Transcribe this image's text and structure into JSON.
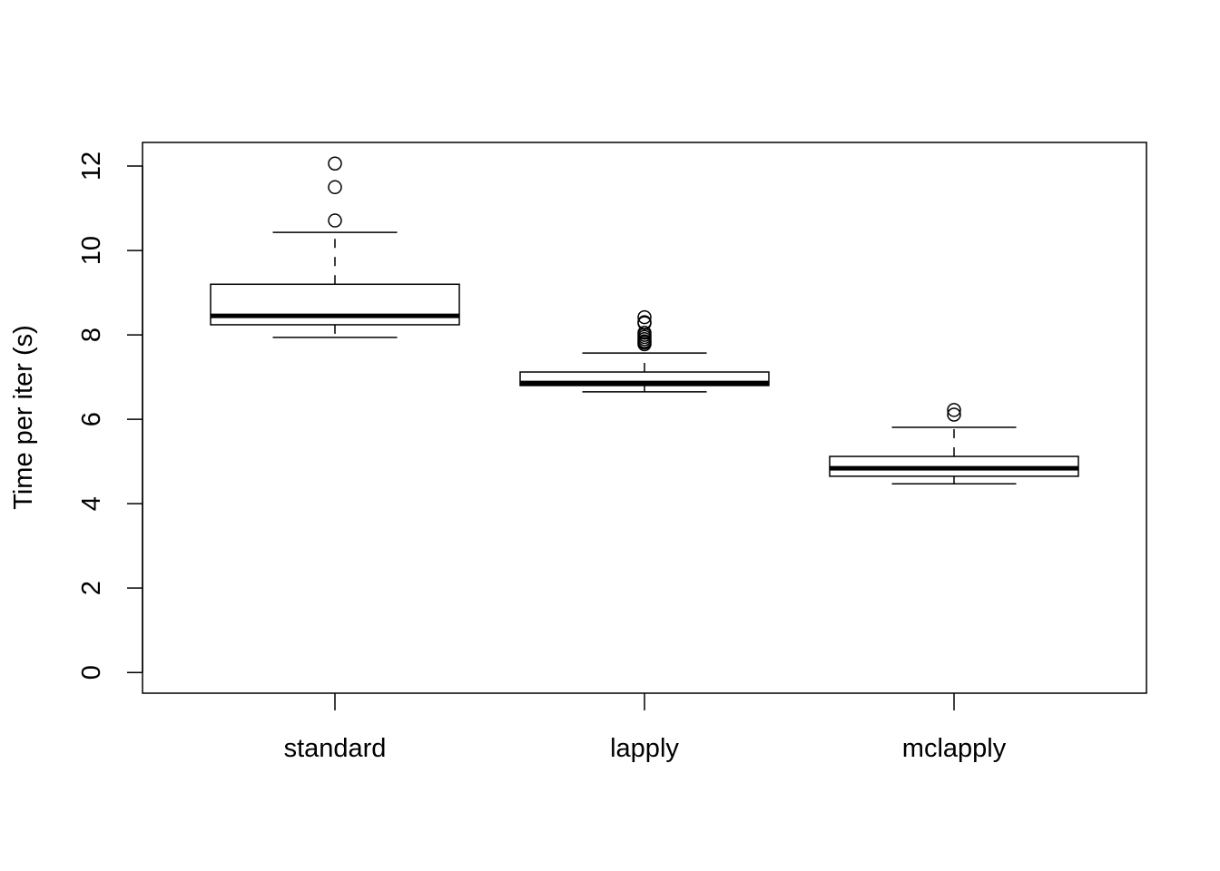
{
  "chart_data": {
    "type": "boxplot",
    "title": "",
    "xlabel": "",
    "ylabel": "Time per iter (s)",
    "ylim": [
      -0.49,
      12.56
    ],
    "yticks": [
      0,
      2,
      4,
      6,
      8,
      10,
      12
    ],
    "categories": [
      "standard",
      "lapply",
      "mclapply"
    ],
    "series": [
      {
        "name": "standard",
        "whisker_low": 7.94,
        "q1": 8.24,
        "median": 8.45,
        "q3": 9.2,
        "whisker_high": 10.43,
        "outliers": [
          10.71,
          11.5,
          12.06
        ]
      },
      {
        "name": "lapply",
        "whisker_low": 6.65,
        "q1": 6.8,
        "median": 6.86,
        "q3": 7.12,
        "whisker_high": 7.57,
        "outliers": [
          7.78,
          7.82,
          7.85,
          7.9,
          7.95,
          8.0,
          8.05,
          8.28,
          8.3,
          8.42
        ]
      },
      {
        "name": "mclapply",
        "whisker_low": 4.47,
        "q1": 4.65,
        "median": 4.84,
        "q3": 5.12,
        "whisker_high": 5.81,
        "outliers": [
          6.11,
          6.22
        ]
      }
    ],
    "grid": false,
    "legend": "none"
  }
}
